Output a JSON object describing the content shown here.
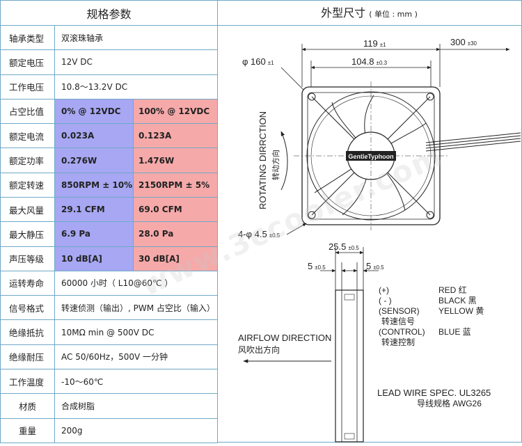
{
  "left_title": "规格参数",
  "right_title": "外型尺寸",
  "right_unit": "( 单位 : mm )",
  "rows": [
    {
      "label": "轴承类型",
      "value": "双滚珠轴承"
    },
    {
      "label": "额定电压",
      "value": "12V DC"
    },
    {
      "label": "工作电压",
      "value": "10.8～13.2V DC"
    },
    {
      "label": "占空比值",
      "v0": "0%  @ 12VDC",
      "v1": "100%  @ 12VDC"
    },
    {
      "label": "额定电流",
      "v0": "0.023A",
      "v1": "0.123A"
    },
    {
      "label": "额定功率",
      "v0": "0.276W",
      "v1": "1.476W"
    },
    {
      "label": "额定转速",
      "v0": "850RPM  ±  10%",
      "v1": "2150RPM  ±  5%"
    },
    {
      "label": "最大风量",
      "v0": "29.1 CFM",
      "v1": "69.0 CFM"
    },
    {
      "label": "最大静压",
      "v0": "6.9 Pa",
      "v1": "28.0 Pa"
    },
    {
      "label": "声压等级",
      "v0": "10 dB[A]",
      "v1": "30 dB[A]"
    },
    {
      "label": "运转寿命",
      "value": "60000 小时（ L10@60℃ ）"
    },
    {
      "label": "信号格式",
      "value": "转速侦测（输出）, PWM 占空比（输入）"
    },
    {
      "label": "绝缘抵抗",
      "value": "10MΩ  min @ 500V DC"
    },
    {
      "label": "绝缘耐压",
      "value": "AC 50/60Hz，500V  一分钟"
    },
    {
      "label": "工作温度",
      "value": "-10～60℃"
    },
    {
      "label": "材质",
      "value": "合成树脂"
    },
    {
      "label": "重量",
      "value": "200g"
    }
  ],
  "dims": {
    "outer": "119",
    "outer_tol": "±1",
    "lead": "300",
    "lead_tol": "±30",
    "hole_pitch": "104.8",
    "hole_tol": "±0.3",
    "diameter": "φ 160",
    "diameter_tol": "±1",
    "holes": "4-φ 4.5",
    "holes_tol": "±0.5",
    "depth": "25.5",
    "depth_tol": "±0.5",
    "flange_l": "5",
    "flange_l_tol": "±0.5",
    "flange_r": "5",
    "flange_r_tol": "±0.5",
    "rotation_en": "ROTATING DIRRCTION",
    "rotation_cn": "转动方向",
    "brand": "GentleTyphoon",
    "airflow_en": "AIRFLOW DIRECTION",
    "airflow_cn": "风吹出方向"
  },
  "wires": [
    {
      "pin": "(+)",
      "color": "RED   红"
    },
    {
      "pin": "( - )",
      "color": "BLACK   黑"
    },
    {
      "pin": "(SENSOR)",
      "color": "YELLOW   黄"
    },
    {
      "pin": "转速信号",
      "color": ""
    },
    {
      "pin": "(CONTROL)",
      "color": "BLUE   蓝"
    },
    {
      "pin": "转速控制",
      "color": ""
    }
  ],
  "lead_spec": {
    "en": "LEAD WIRE SPEC.  UL3265",
    "cn": "导线规格   AWG26"
  },
  "watermark": "www.3ccooler.com"
}
